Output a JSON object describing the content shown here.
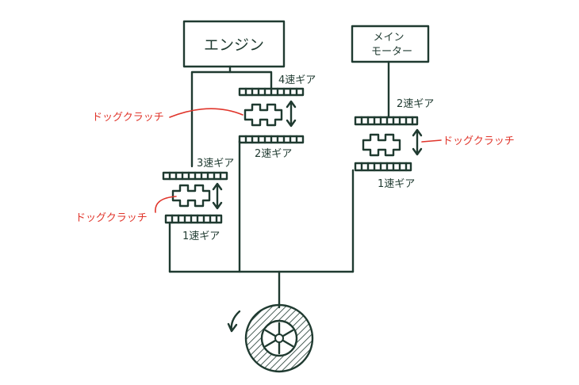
{
  "nodes": {
    "engine": "エンジン",
    "main_motor_line1": "メイン",
    "main_motor_line2": "モーター"
  },
  "gears": {
    "gear4": "4速ギア",
    "gear2_engine": "2速ギア",
    "gear3": "3速ギア",
    "gear1_engine": "1速ギア",
    "gear2_motor": "2速ギア",
    "gear1_motor": "1速ギア"
  },
  "clutch_labels": {
    "upper_left": "ドッグクラッチ",
    "lower_left": "ドッグクラッチ",
    "right": "ドッグクラッチ"
  },
  "colors": {
    "ink": "#1f3a30",
    "annotation": "#e0352b"
  }
}
